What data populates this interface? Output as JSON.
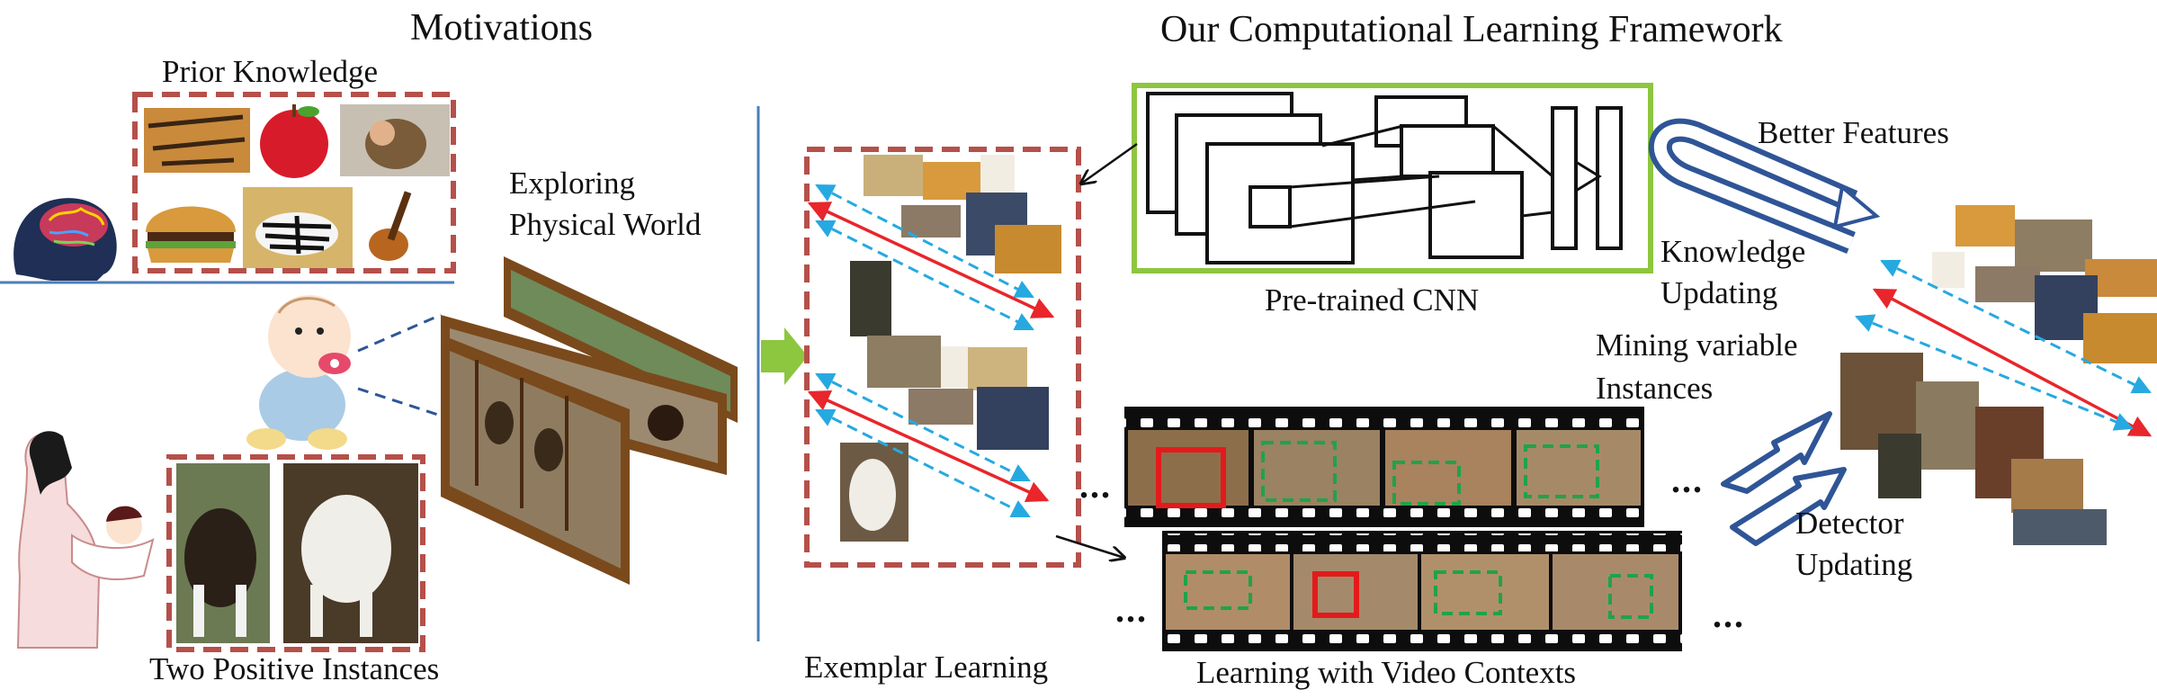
{
  "left": {
    "title": "Motivations",
    "prior_knowledge": "Prior Knowledge",
    "exploring": "Exploring",
    "physical_world": "Physical World",
    "two_positive": "Two Positive Instances"
  },
  "right": {
    "title": "Our Computational Learning Framework",
    "pretrained_cnn": "Pre-trained CNN",
    "better_features": "Better Features",
    "knowledge": "Knowledge",
    "updating_1": "Updating",
    "mining": "Mining variable",
    "instances": "Instances",
    "detector": "Detector",
    "updating_2": "Updating",
    "exemplar_learning": "Exemplar Learning",
    "video_contexts": "Learning with Video Contexts",
    "ellipsis": "..."
  },
  "colors": {
    "dashed_box": "#b5504a",
    "cnn_box": "#8dc63f",
    "divider": "#4a7ebb",
    "red_arrow": "#e8262b",
    "blue_dashed_arrow": "#26a9e0",
    "green_arrow": "#8dc63f",
    "u_arrow": "#2f5597",
    "detect_red": "#e31a1c",
    "detect_green": "#1fa34a",
    "film": "#0d0d0d"
  },
  "icons": [
    "brain-head-icon",
    "baby-icon",
    "mother-with-child-icon",
    "u-turn-arrow-icon",
    "double-arrow-icon"
  ]
}
